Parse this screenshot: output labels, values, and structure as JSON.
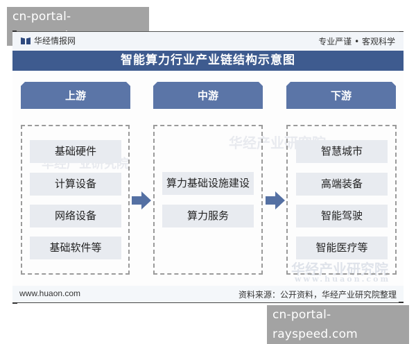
{
  "watermark": {
    "text": "cn-portal-rayspeed.com"
  },
  "header": {
    "brand_name": "华经情报网",
    "brand_icon": "book-logo-icon",
    "slogan": "专业严谨 • 客观科学"
  },
  "title": "智能算力行业产业链结构示意图",
  "columns": [
    {
      "label": "上游",
      "items": [
        "基础硬件",
        "计算设备",
        "网络设备",
        "基础软件等"
      ]
    },
    {
      "label": "中游",
      "items": [
        "算力基础设施建设",
        "算力服务"
      ]
    },
    {
      "label": "下游",
      "items": [
        "智慧城市",
        "高端装备",
        "智能驾驶",
        "智能医疗等"
      ]
    }
  ],
  "arrows": [
    "arrow-right-icon",
    "arrow-right-icon"
  ],
  "background_watermark": {
    "cn": "华经产业研究院",
    "url": "www.huaon.com"
  },
  "footer": {
    "url": "www.huaon.com",
    "source": "资料来源：公开资料，华经产业研究院整理"
  },
  "colors": {
    "title_band": "#3e5b8f",
    "column_header": "#5b75a7",
    "item_bg": "#e8ebf0",
    "dash_border": "#9a9a9a",
    "watermark_bg": "#a3a3a3"
  }
}
